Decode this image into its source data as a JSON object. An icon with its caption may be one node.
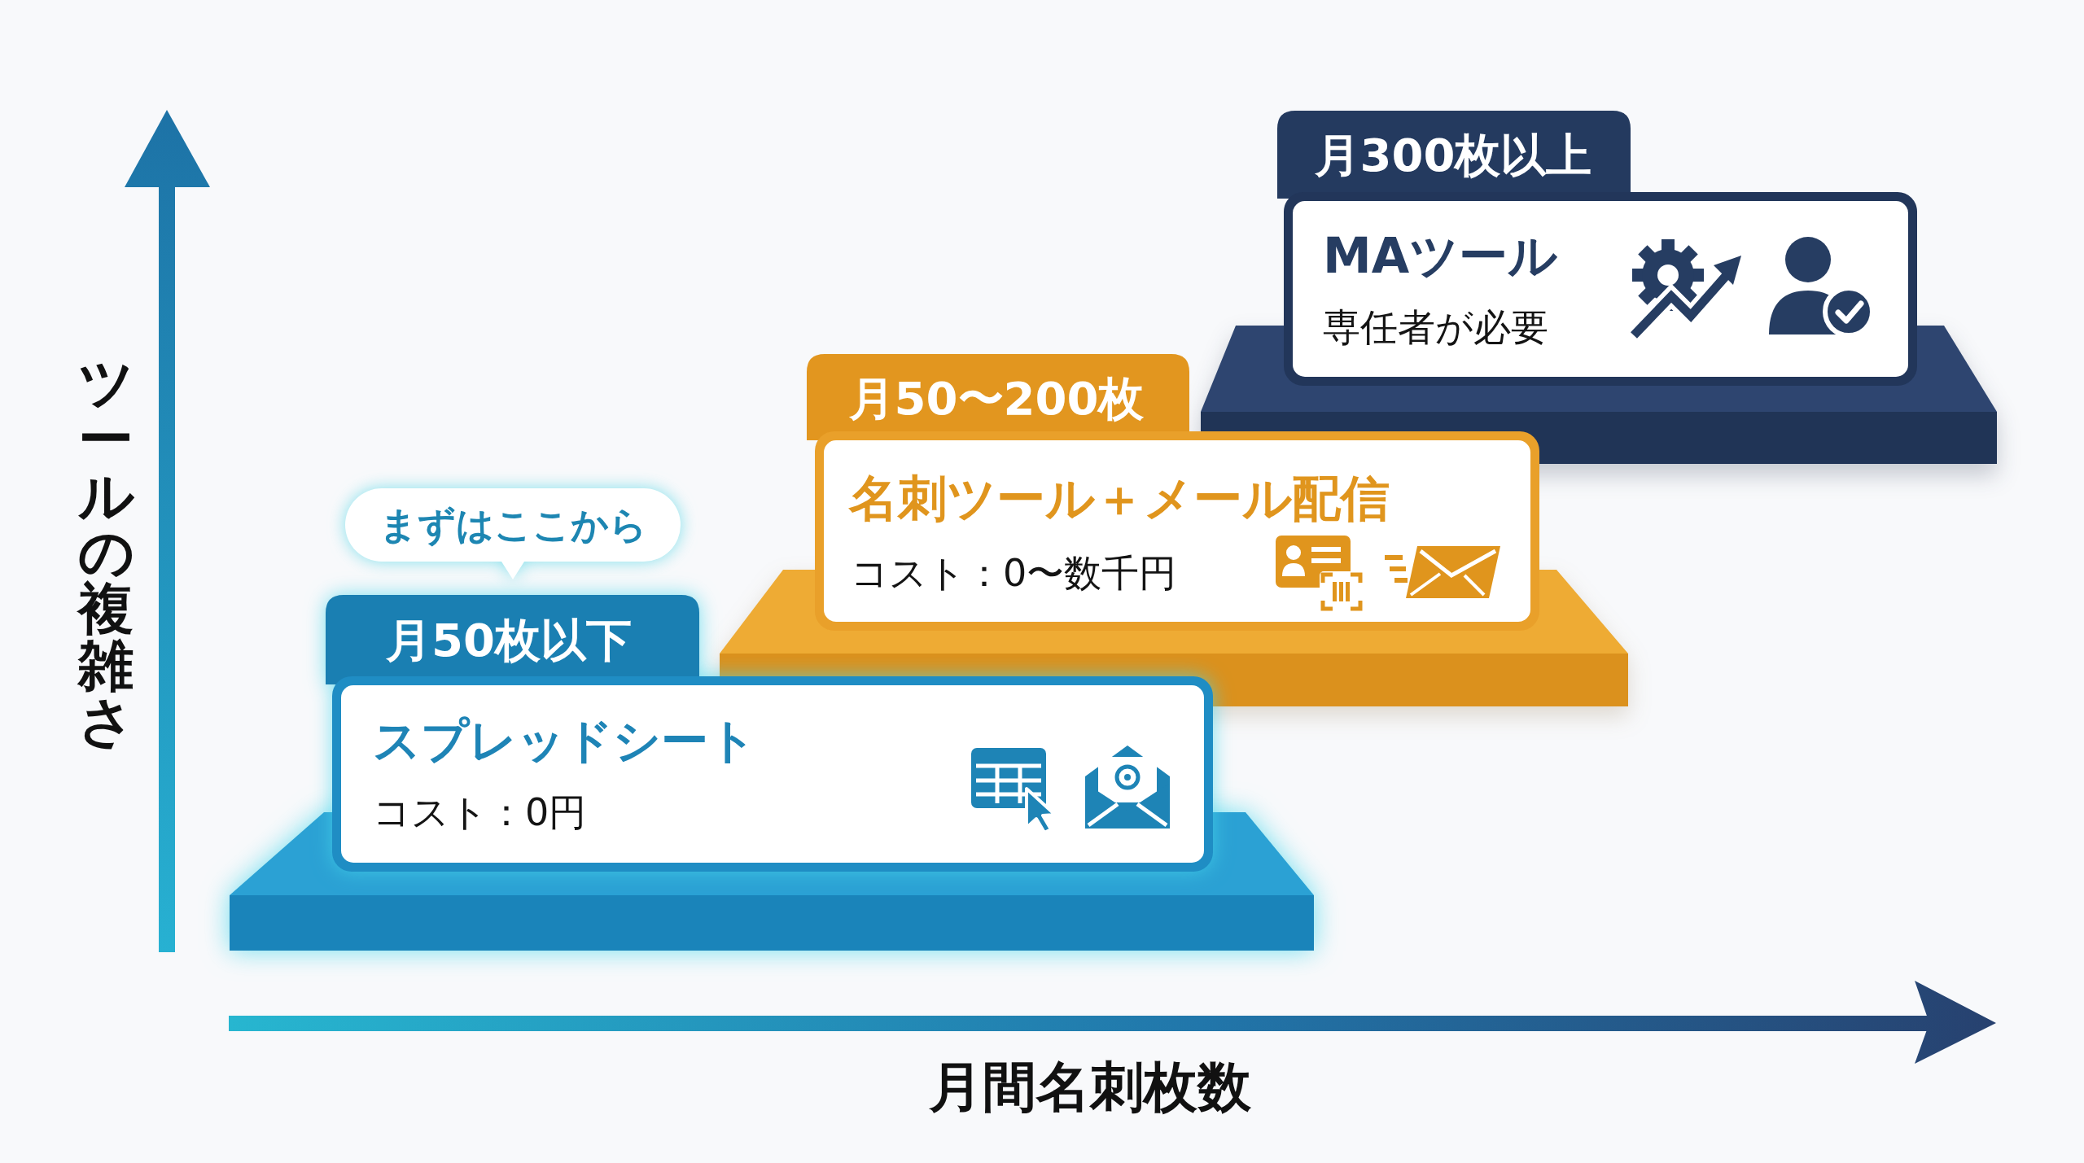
{
  "diagram": {
    "nodes": [
      {
        "text": [
          "まずはここから"
        ]
      },
      {
        "text": [
          "月50枚以下",
          "スプレッドシート",
          "コスト：0円"
        ]
      },
      {
        "text": [
          "月50〜200枚",
          "名刺ツール＋メール配信",
          "コスト：0〜数千円"
        ]
      },
      {
        "text": [
          "月300枚以上",
          "MAツール",
          "専任者が必要"
        ]
      }
    ],
    "labels": [
      "ツールの複雑さ",
      "月間名刺枚数"
    ]
  }
}
